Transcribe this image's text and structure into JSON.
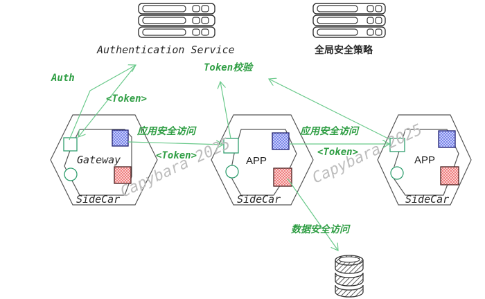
{
  "servers": [
    {
      "id": "auth",
      "label": "Authentication Service"
    },
    {
      "id": "policy",
      "label": "全局安全策略"
    }
  ],
  "nodes": [
    {
      "id": "gateway",
      "inner_label": "Gateway",
      "sidecar_label": "SideCar"
    },
    {
      "id": "app1",
      "inner_label": "APP",
      "sidecar_label": "SideCar"
    },
    {
      "id": "app2",
      "inner_label": "APP",
      "sidecar_label": "SideCar"
    }
  ],
  "edge_labels": {
    "auth": "Auth",
    "token_return": "<Token>",
    "token_verify": "Token校验",
    "app_access_1": "应用安全访问",
    "token_1": "<Token>",
    "app_access_2": "应用安全访问",
    "token_2": "<Token>",
    "data_access": "数据安全访问"
  },
  "watermark": "Capybara 2025",
  "colors": {
    "stroke": "#4a4a4a",
    "green": "#2f9e44",
    "green_light": "#69c98a",
    "blue_fill": "#a5b4fc",
    "blue_stroke": "#1e1e6e",
    "red_fill": "#f8a5a5",
    "red_stroke": "#6e1e1e"
  }
}
